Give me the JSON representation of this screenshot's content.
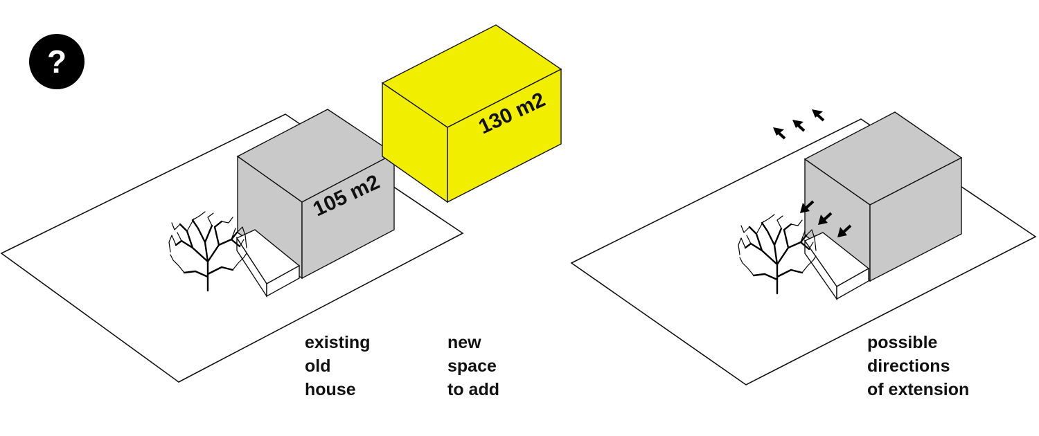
{
  "help_badge": {
    "symbol": "?",
    "icon": "question-mark-icon"
  },
  "labels": {
    "existing_area": "105 m2",
    "new_area": "130 m2"
  },
  "captions": {
    "existing": [
      "existing",
      "old",
      "house"
    ],
    "new_space": [
      "new",
      "space",
      "to add"
    ],
    "directions": [
      "possible",
      "directions",
      "of extension"
    ]
  },
  "colors": {
    "house_grey": "#c8c8c8",
    "new_volume_yellow": "#f2ee00",
    "outline": "#111111",
    "background": "#ffffff"
  }
}
